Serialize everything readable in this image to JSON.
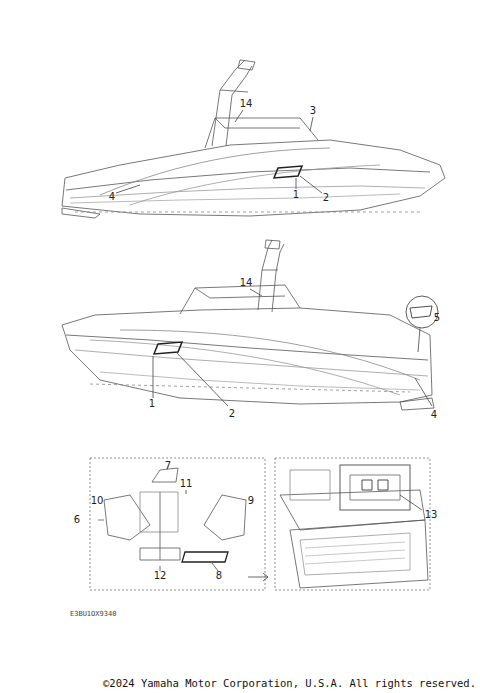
{
  "diagram": {
    "labels": [
      "14",
      "3",
      "4",
      "1",
      "2",
      "14",
      "5",
      "1",
      "2",
      "4",
      "7",
      "11",
      "10",
      "9",
      "6",
      "12",
      "8",
      "13",
      "E3BU1OX9340",
      "©2024 Yamaha Motor Corporation, U.S.A. All rights reserved."
    ]
  }
}
